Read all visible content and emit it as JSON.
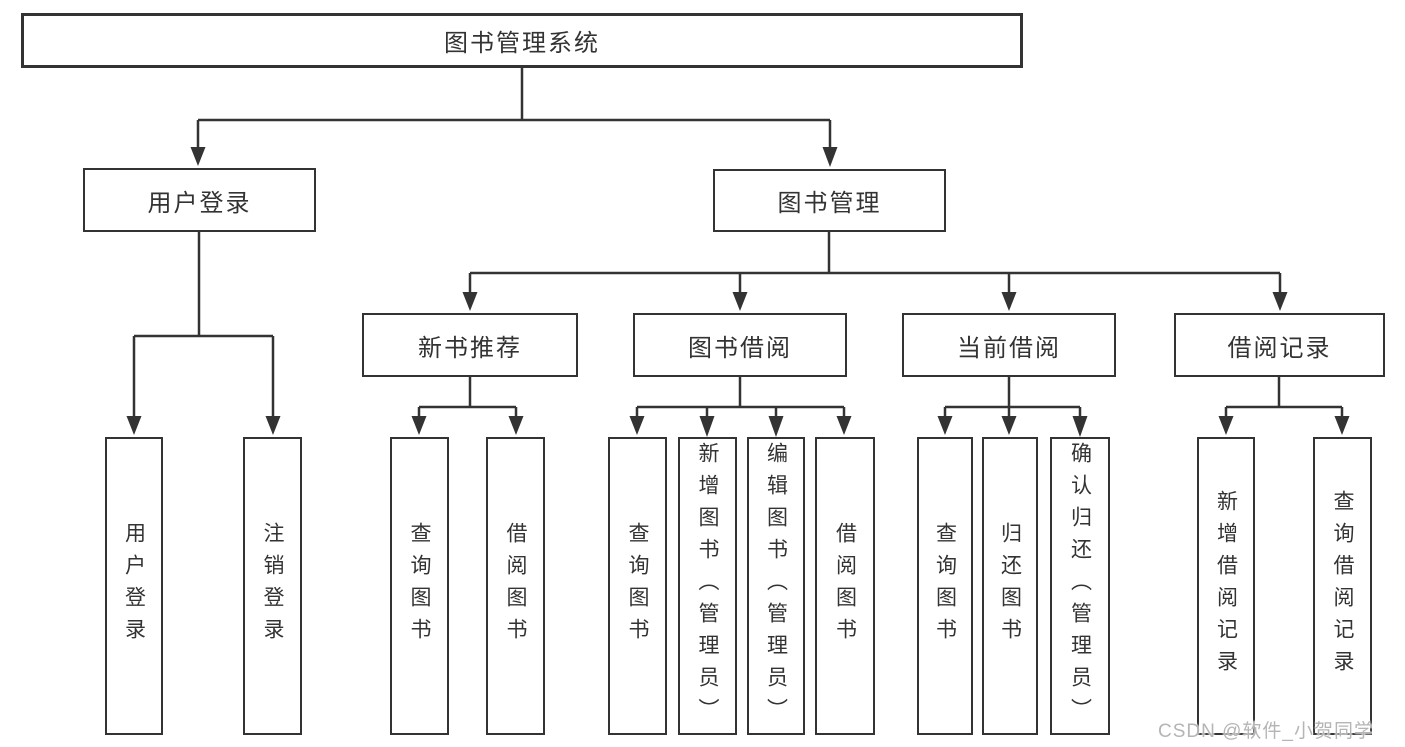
{
  "tree": {
    "label": "图书管理系统",
    "children": [
      {
        "label": "用户登录",
        "children": [
          {
            "label": "用户登录"
          },
          {
            "label": "注销登录"
          }
        ]
      },
      {
        "label": "图书管理",
        "children": [
          {
            "label": "新书推荐",
            "children": [
              {
                "label": "查询图书"
              },
              {
                "label": "借阅图书"
              }
            ]
          },
          {
            "label": "图书借阅",
            "children": [
              {
                "label": "查询图书"
              },
              {
                "label": "新增图书（管理员）"
              },
              {
                "label": "编辑图书（管理员）"
              },
              {
                "label": "借阅图书"
              }
            ]
          },
          {
            "label": "当前借阅",
            "children": [
              {
                "label": "查询图书"
              },
              {
                "label": "归还图书"
              },
              {
                "label": "确认归还（管理员）"
              }
            ]
          },
          {
            "label": "借阅记录",
            "children": [
              {
                "label": "新增借阅记录"
              },
              {
                "label": "查询借阅记录"
              }
            ]
          }
        ]
      }
    ]
  },
  "watermark": {
    "text": "CSDN @软件_小贺同学"
  },
  "colors": {
    "line": "#333333",
    "text": "#333333",
    "watermark": "#b5b5b5",
    "background": "#ffffff"
  }
}
